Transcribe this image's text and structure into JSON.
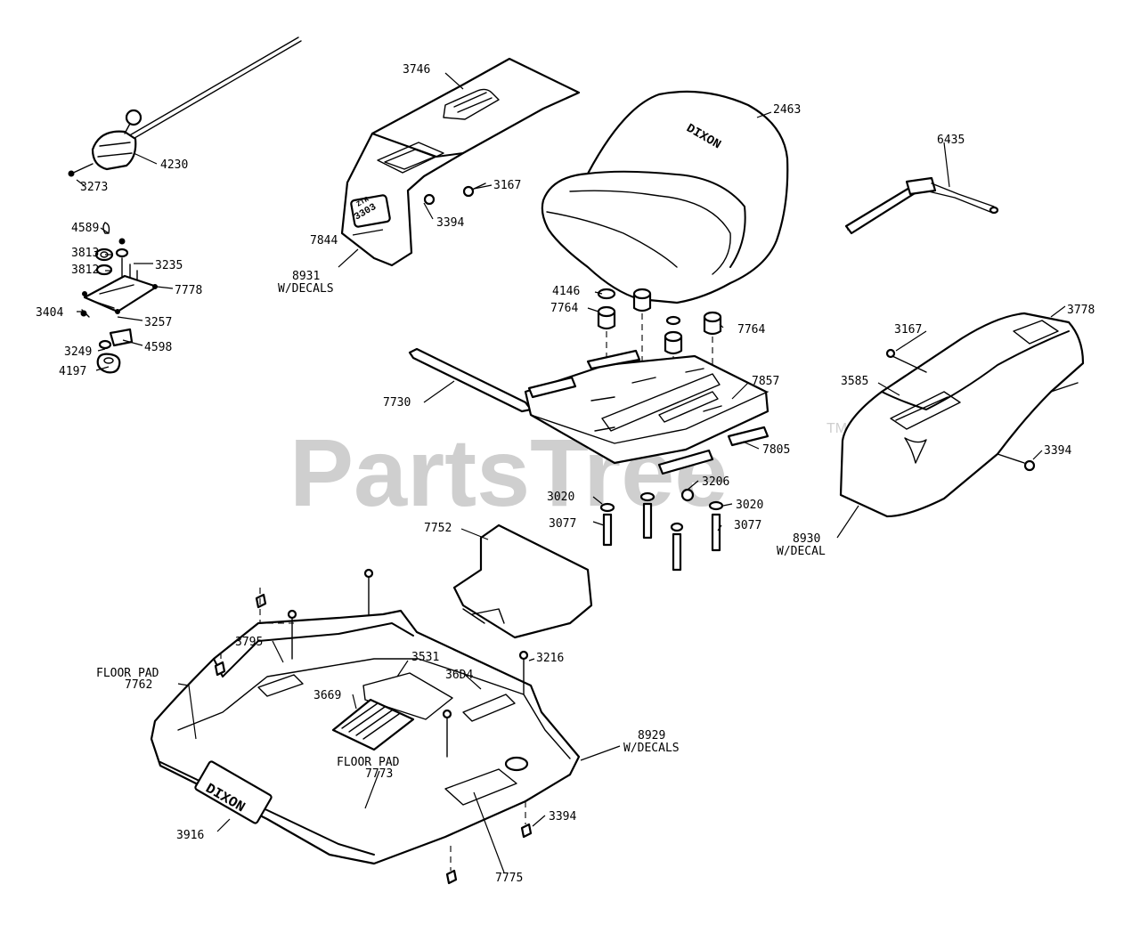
{
  "watermark": {
    "text": "PartsTree",
    "trademark": "TM"
  },
  "brand_text": "DIXON",
  "badge": {
    "line1": "ZTR",
    "line2": "3303"
  },
  "callouts": {
    "c4230": "4230",
    "c3273": "3273",
    "c4589": "4589",
    "c3813": "3813",
    "c3812": "3812",
    "c3235": "3235",
    "c7778": "7778",
    "c3404": "3404",
    "c3257": "3257",
    "c3249": "3249",
    "c4598": "4598",
    "c4197": "4197",
    "c3746": "3746",
    "c3167a": "3167",
    "c3394a": "3394",
    "c7844": "7844",
    "c8931": "8931",
    "c8931b": "W/DECALS",
    "c2463": "2463",
    "c4146": "4146",
    "c7764a": "7764",
    "c7764b": "7764",
    "c7730": "7730",
    "c7857": "7857",
    "c7805": "7805",
    "c3206": "3206",
    "c3020a": "3020",
    "c3020b": "3020",
    "c3077a": "3077",
    "c3077b": "3077",
    "c6435": "6435",
    "c3778": "3778",
    "c3167b": "3167",
    "c3585": "3585",
    "c3394b": "3394",
    "c8930": "8930",
    "c8930b": "W/DECAL",
    "c7752": "7752",
    "c3795": "3795",
    "c3531": "3531",
    "c3604": "36D4",
    "c3216": "3216",
    "c3669": "3669",
    "cFloor1": "FLOOR PAD",
    "c7762": "7762",
    "cFloor2": "FLOOR PAD",
    "c7773": "7773",
    "c8929": "8929",
    "c8929b": "W/DECALS",
    "c3916": "3916",
    "c3394c": "3394",
    "c7775": "7775"
  }
}
